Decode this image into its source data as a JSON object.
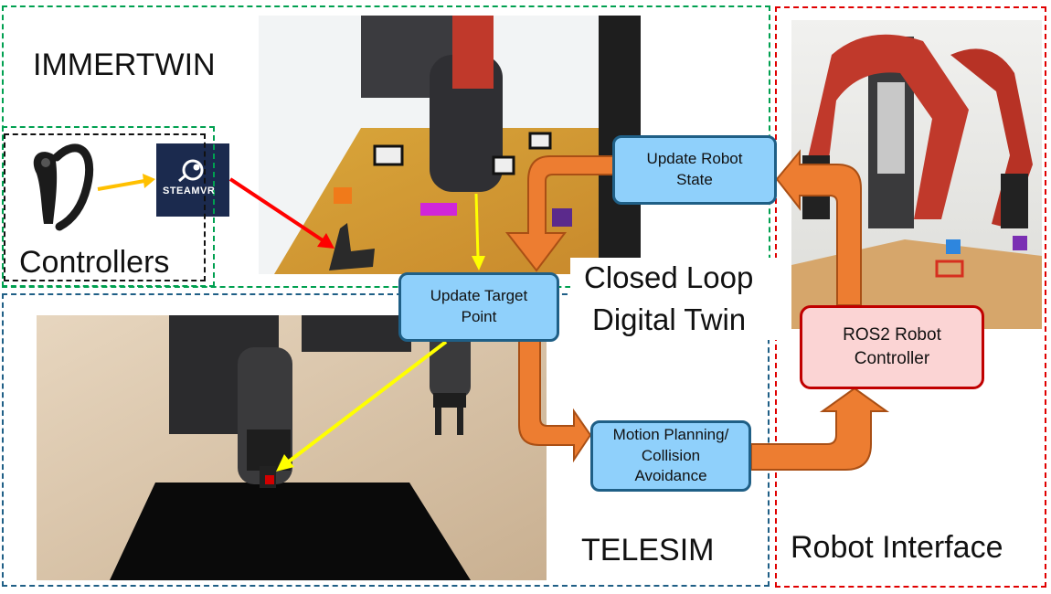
{
  "regions": {
    "immertwin": {
      "label": "IMMERTWIN",
      "border_color": "#00a050"
    },
    "controllers": {
      "label": "Controllers",
      "border_color": "#111111"
    },
    "telesim": {
      "label": "TELESIM",
      "border_color": "#1f5f86"
    },
    "robot_interface": {
      "label": "Robot Interface",
      "border_color": "#e00000"
    }
  },
  "center_title": {
    "line1": "Closed Loop",
    "line2": "Digital Twin"
  },
  "steamvr_logo": {
    "text": "STEAMVR"
  },
  "nodes": {
    "update_robot_state": "Update Robot\nState",
    "update_target_point": "Update Target\nPoint",
    "motion_planning": "Motion Planning/\nCollision\nAvoidance",
    "ros2_controller": "ROS2 Robot\nController"
  },
  "colors": {
    "loop_arrow": "#ed7d31",
    "loop_arrow_stroke": "#a94f15",
    "blue_node": "#8fd0fb",
    "red_node": "#fbd4d4",
    "yellow_arrow": "#ffff00",
    "red_arrow": "#ff0000",
    "controller_arrow": "#ffc000"
  },
  "images": [
    {
      "name": "vr-controller",
      "description": "VR hand controller"
    },
    {
      "name": "immertwin-view",
      "description": "point-cloud view of robot gripper over table"
    },
    {
      "name": "robot-photo",
      "description": "red Baxter robot at table"
    },
    {
      "name": "telesim-view",
      "description": "simulated robot arms above black table"
    }
  ]
}
